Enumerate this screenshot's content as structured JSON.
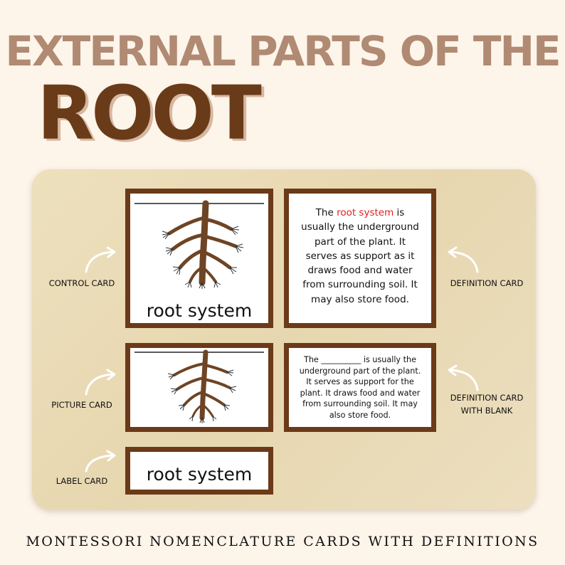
{
  "header": {
    "title_line1": "EXTERNAL PARTS OF THE",
    "title_line2": "ROOT"
  },
  "cards": {
    "control": {
      "side_label": "CONTROL CARD",
      "caption": "root system"
    },
    "definition": {
      "side_label": "DEFINITION CARD",
      "prefix": "The ",
      "highlight": "root system",
      "suffix": " is usually the underground part of the plant. It serves as support as it draws food and water from surrounding soil. It may also store food."
    },
    "picture": {
      "side_label": "PICTURE CARD"
    },
    "definition_blank": {
      "side_label_line1": "DEFINITION CARD",
      "side_label_line2": "WITH BLANK",
      "text": "The __________ is usually the underground part of the plant. It serves as support for the plant. It draws food and water from surrounding soil. It may also store food."
    },
    "label": {
      "side_label": "LABEL CARD",
      "caption": "root system"
    }
  },
  "footer": {
    "text": "MONTESSORI NOMENCLATURE CARDS WITH DEFINITIONS"
  },
  "colors": {
    "frame": "#6b3a18",
    "title_light": "#b08a72",
    "title_dark": "#6a3b18",
    "highlight": "#e02020"
  }
}
